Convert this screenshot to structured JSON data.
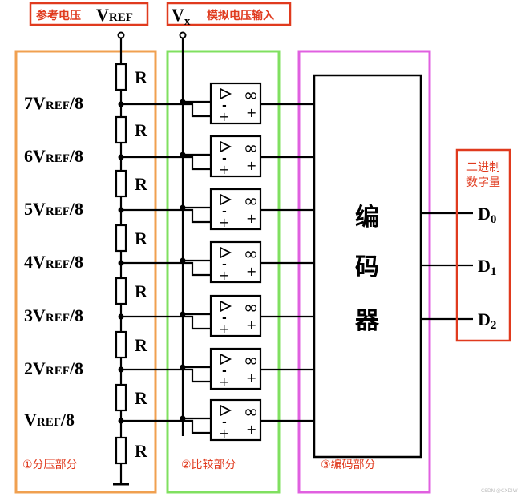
{
  "header": {
    "vref_caption": "参考电压",
    "vref_symbol": "V",
    "vref_sub": "REF",
    "vx_symbol": "V",
    "vx_sub": "x",
    "vx_caption": "模拟电压输入"
  },
  "resistor_label": "R",
  "tap_labels": [
    {
      "coef": "7V",
      "sub": "REF",
      "den": "/8"
    },
    {
      "coef": "6V",
      "sub": "REF",
      "den": "/8"
    },
    {
      "coef": "5V",
      "sub": "REF",
      "den": "/8"
    },
    {
      "coef": "4V",
      "sub": "REF",
      "den": "/8"
    },
    {
      "coef": "3V",
      "sub": "REF",
      "den": "/8"
    },
    {
      "coef": "2V",
      "sub": "REF",
      "den": "/8"
    },
    {
      "coef": "V",
      "sub": "REF",
      "den": "/8"
    }
  ],
  "comparator": {
    "symbol": "∞",
    "minus": "-",
    "plus": "+"
  },
  "encoder_chars": [
    "编",
    "码",
    "器"
  ],
  "outputs_caption": [
    "二进制",
    "数字量"
  ],
  "outputs": [
    {
      "name": "D",
      "sub": "0"
    },
    {
      "name": "D",
      "sub": "1"
    },
    {
      "name": "D",
      "sub": "2"
    }
  ],
  "sections": {
    "divider": "①分压部分",
    "compare": "②比较部分",
    "encode": "③编码部分"
  },
  "watermark": "CSDN @CXDIW",
  "colors": {
    "red": "#e03a1e",
    "orange": "#f0a050",
    "green": "#80e060",
    "magenta": "#e060e0",
    "line": "#000000"
  }
}
